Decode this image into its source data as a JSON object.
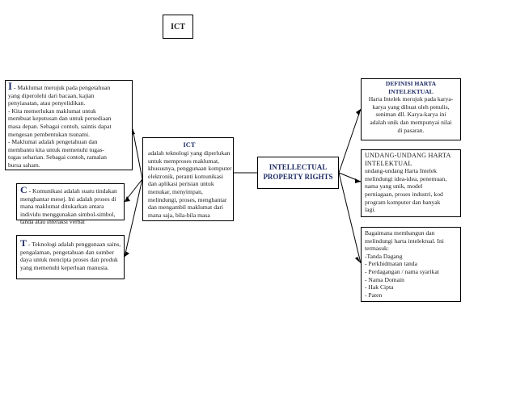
{
  "title": "ICT",
  "left": {
    "box_i": {
      "letter": "I",
      "lines": [
        " - Maklumat merujuk pada pengetahuan",
        "yang diperolehi dari bacaan, kajian",
        "penyiasatan, atau penyelidikan.",
        "- Kita memerlukan maklumat untuk",
        "membuat keputusan dan untuk persediaan",
        "masa depan. Sebagai contoh, saintis dapat",
        "mengesan pembentukan tsunami.",
        "- Maklumat adalah pengetahuan dan",
        "membantu kita untuk memenuhi tugas-",
        "tugas seharian. Sebagai contoh, ramalan",
        "bursa saham."
      ]
    },
    "box_c": {
      "letter": "C",
      "lines": [
        " - Komunikasi adalah suatu tindakan",
        "menghantar mesej. Ini adalah proses di",
        "mana maklumat ditukarkan antara",
        "individu menggunakan simbol-simbol,",
        "tanda atau interaksi verbal"
      ]
    },
    "box_t": {
      "letter": "T",
      "lines": [
        " - Teknologi adalah penggunaan sains,",
        "pengalaman, pengetahuan dan sumber",
        "daya untuk mencipta proses dan produk",
        "yang memenuhi keperluan manusia."
      ]
    }
  },
  "center": {
    "heading": "ICT",
    "lines": [
      "adalah teknologi yang diperlukan",
      "untuk memproses maklumat,",
      "khususnya, penggunaan komputer",
      "elektronik, peranti komunikasi",
      "dan aplikasi perisian untuk",
      "menukar, menyimpan,",
      "melindungi, proses, menghantar",
      "dan mengambil maklumat dari",
      "mana saja, bila-bila masa"
    ]
  },
  "ipr": {
    "lines": [
      "INTELLECTUAL",
      "PROPERTY RIGHTS"
    ]
  },
  "right": {
    "definisi": {
      "heading_lines": [
        "DEFINISI HARTA",
        "INTELEKTUAL"
      ],
      "lines": [
        "Harta Intelek merujuk pada karya-",
        "karya yang dibuat oleh penulis,",
        "seniman dll. Karya-karya ini",
        "adalah unik dan mempunyai nilai",
        "di pasaran."
      ]
    },
    "undang": {
      "heading_lines": [
        "UNDANG-UNDANG HARTA",
        "INTELEKTUAL"
      ],
      "lines": [
        "undang-undang Harta Intelek",
        "melindungi idea-idea, penemuan,",
        "nama yang unik, model",
        "perniagaan, proses industri, kod",
        "program komputer dan banyak",
        "lagi."
      ]
    },
    "bagaimana": {
      "lines": [
        "Bagaimana membangun dan",
        "melindungi harta intelektual. Ini",
        "termasuk:",
        "-Tanda Dagang",
        "- Perkhidmatan tanda",
        "- Perdagangan / nama syarikat",
        "- Nama Domain",
        "- Hak Cipta",
        "- Paten"
      ]
    }
  }
}
